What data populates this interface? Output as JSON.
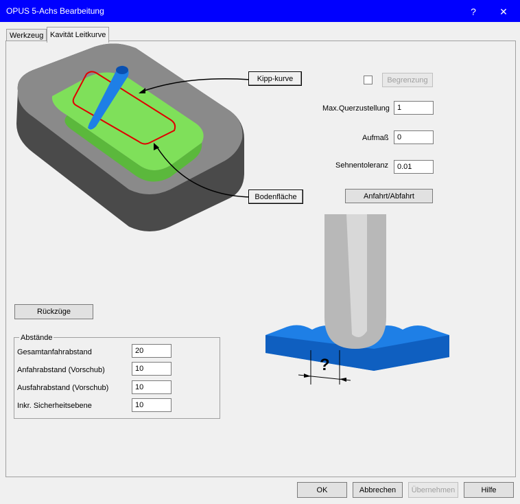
{
  "window": {
    "title": "OPUS 5-Achs Bearbeitung",
    "help_glyph": "?",
    "close_glyph": "✕"
  },
  "tabs": [
    {
      "label": "Werkzeug",
      "active": false
    },
    {
      "label": "Kavität Leitkurve",
      "active": true
    }
  ],
  "illustration": {
    "kipp_kurve_label": "Kipp-kurve",
    "bodenflaeche_label": "Bodenfläche",
    "question_mark": "?"
  },
  "right_form": {
    "begrenzung": {
      "label": "Begrenzung",
      "checked": false,
      "enabled": false
    },
    "max_querzustellung": {
      "label": "Max.Querzustellung",
      "value": "1"
    },
    "aufmass": {
      "label": "Aufmaß",
      "value": "0"
    },
    "sehnentoleranz": {
      "label": "Sehnentoleranz",
      "value": "0.01"
    },
    "anfahrt_button": "Anfahrt/Abfahrt"
  },
  "rueckzuege_button": "Rückzüge",
  "abstaende": {
    "title": "Abstände",
    "fields": [
      {
        "label": "Gesamtanfahrabstand",
        "value": "20"
      },
      {
        "label": "Anfahrabstand (Vorschub)",
        "value": "10"
      },
      {
        "label": "Ausfahrabstand (Vorschub)",
        "value": "10"
      },
      {
        "label": "Inkr. Sicherheitsebene",
        "value": "10"
      }
    ]
  },
  "footer": {
    "ok": "OK",
    "cancel": "Abbrechen",
    "apply": "Übernehmen",
    "help": "Hilfe"
  },
  "colors": {
    "titlebar": "#0000ff",
    "mold_green": "#7fe05a",
    "tool_blue": "#1e7fe6",
    "curve_red": "#e00000"
  }
}
